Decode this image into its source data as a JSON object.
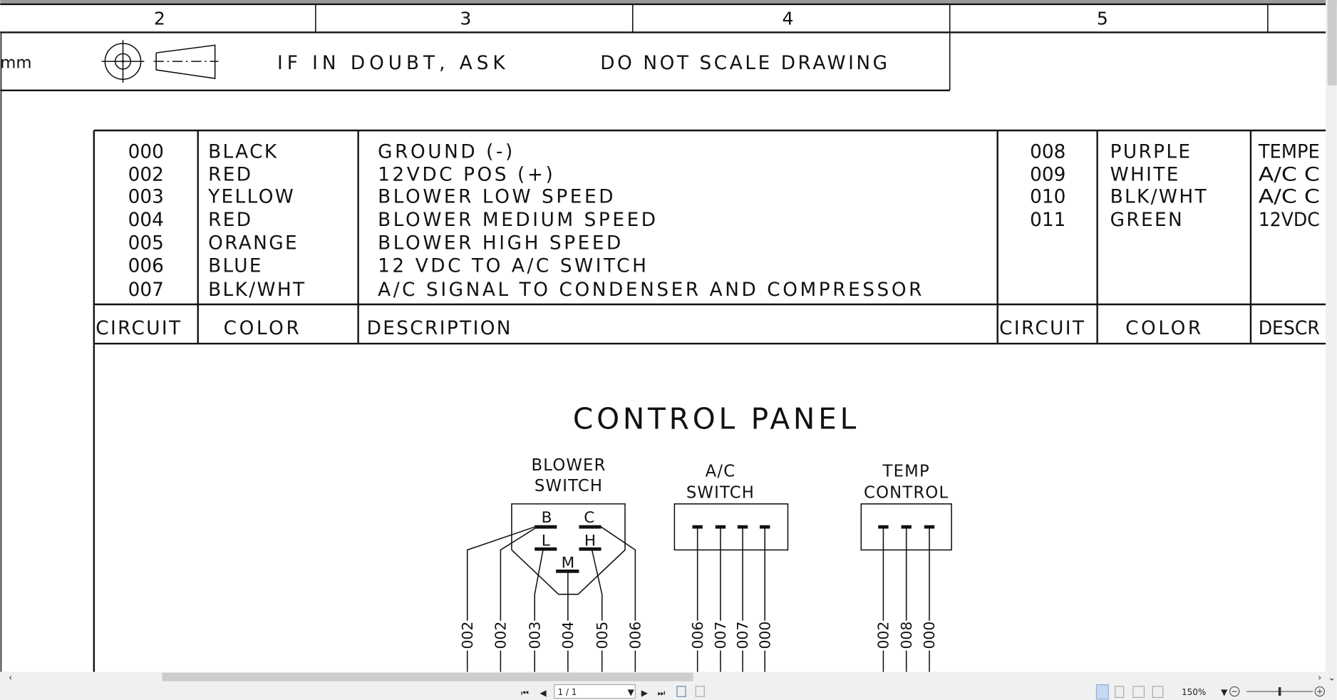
{
  "title_block": {
    "zone_numbers": [
      "2",
      "3",
      "4",
      "5"
    ],
    "units": "mm",
    "note_1": "IF IN DOUBT, ASK",
    "note_2": "DO NOT SCALE DRAWING"
  },
  "wire_table": {
    "left_headers": {
      "circuit": "CIRCUIT",
      "color": "COLOR",
      "description": "DESCRIPTION"
    },
    "right_headers": {
      "circuit": "CIRCUIT",
      "color": "COLOR",
      "description": "DESCR"
    },
    "left_rows": [
      {
        "circuit": "000",
        "color": "BLACK",
        "description": "GROUND (-)"
      },
      {
        "circuit": "002",
        "color": "RED",
        "description": "12VDC POS (+)"
      },
      {
        "circuit": "003",
        "color": "YELLOW",
        "description": "BLOWER LOW SPEED"
      },
      {
        "circuit": "004",
        "color": "RED",
        "description": "BLOWER MEDIUM SPEED"
      },
      {
        "circuit": "005",
        "color": "ORANGE",
        "description": "BLOWER HIGH SPEED"
      },
      {
        "circuit": "006",
        "color": "BLUE",
        "description": "12 VDC TO A/C SWITCH"
      },
      {
        "circuit": "007",
        "color": "BLK/WHT",
        "description": "A/C SIGNAL TO CONDENSER AND COMPRESSOR"
      }
    ],
    "right_rows": [
      {
        "circuit": "008",
        "color": "PURPLE",
        "description": "TEMPE"
      },
      {
        "circuit": "009",
        "color": "WHITE",
        "description": "A/C C"
      },
      {
        "circuit": "010",
        "color": "BLK/WHT",
        "description": "A/C C"
      },
      {
        "circuit": "011",
        "color": "GREEN",
        "description": "12VDC"
      }
    ]
  },
  "diagram": {
    "title": "CONTROL PANEL",
    "blower_switch": {
      "label_1": "BLOWER",
      "label_2": "SWITCH",
      "terminals": [
        "B",
        "C",
        "L",
        "H",
        "M"
      ],
      "wires": [
        "002",
        "002",
        "003",
        "004",
        "005",
        "006"
      ]
    },
    "ac_switch": {
      "label_1": "A/C",
      "label_2": "SWITCH",
      "wires": [
        "006",
        "007",
        "007",
        "000"
      ]
    },
    "temp_control": {
      "label_1": "TEMP",
      "label_2": "CONTROL",
      "wires": [
        "002",
        "008",
        "000"
      ]
    }
  },
  "viewer": {
    "page_field": "1 / 1",
    "zoom_level": "150%",
    "zoom_slider_fraction": 0.5,
    "horizontal_scroll_thumb": "partial",
    "accent": "#c7d9f0"
  }
}
